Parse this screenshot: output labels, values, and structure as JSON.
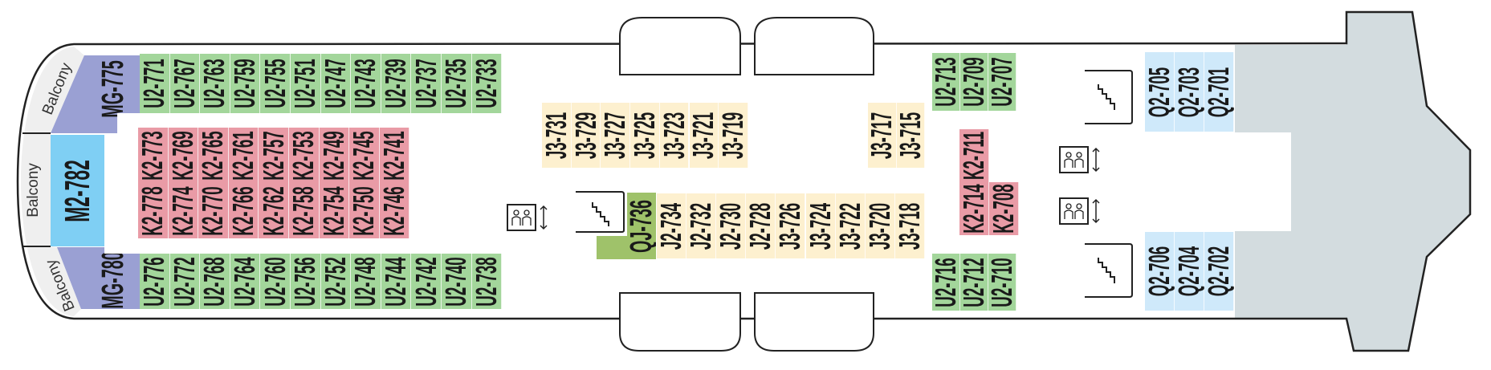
{
  "deck": {
    "balcony_labels": [
      "Balcony",
      "Balcony",
      "Balcony"
    ],
    "suites": {
      "mg_775": "MG-775",
      "mg_780": "MG-780",
      "m2_782": "M2-782",
      "qj_736": "QJ-736"
    },
    "cabins": {
      "top_u": [
        "U2-771",
        "U2-767",
        "U2-763",
        "U2-759",
        "U2-755",
        "U2-751",
        "U2-747",
        "U2-743",
        "U2-739",
        "U2-737",
        "U2-735",
        "U2-733"
      ],
      "bot_u": [
        "U2-776",
        "U2-772",
        "U2-768",
        "U2-764",
        "U2-760",
        "U2-756",
        "U2-752",
        "U2-748",
        "U2-744",
        "U2-742",
        "U2-740",
        "U2-738"
      ],
      "k2_top": [
        "K2-773",
        "K2-769",
        "K2-765",
        "K2-761",
        "K2-757",
        "K2-753",
        "K2-749",
        "K2-745",
        "K2-741"
      ],
      "k2_bot": [
        "K2-778",
        "K2-774",
        "K2-770",
        "K2-766",
        "K2-762",
        "K2-758",
        "K2-754",
        "K2-750",
        "K2-746"
      ],
      "j3_top": [
        "J3-731",
        "J3-729",
        "J3-727",
        "J3-725",
        "J3-723",
        "J3-721",
        "J3-719"
      ],
      "j3_top_aft": [
        "J3-717",
        "J3-715"
      ],
      "j_bot": [
        "J2-734",
        "J2-732",
        "J2-730",
        "J2-728",
        "J3-726",
        "J3-724",
        "J3-722",
        "J3-720",
        "J3-718"
      ],
      "u_aft_top": [
        "U2-713",
        "U2-709",
        "U2-707"
      ],
      "u_aft_bot": [
        "U2-716",
        "U2-712",
        "U2-710"
      ],
      "k2_aft": [
        "K2-711",
        "K2-714",
        "K2-708"
      ],
      "q2_top": [
        "Q2-705",
        "Q2-703",
        "Q2-701"
      ],
      "q2_bot": [
        "Q2-706",
        "Q2-704",
        "Q2-702"
      ]
    },
    "colors": {
      "U": "#a3d69b",
      "K": "#e99ba6",
      "J": "#fdf0cf",
      "Q": "#cfe9fa",
      "MG": "#9aa0d3",
      "M2": "#7fcff4",
      "QJ": "#9fc26a",
      "stern": "#d3dcdf",
      "balcony": "#efefef"
    }
  }
}
